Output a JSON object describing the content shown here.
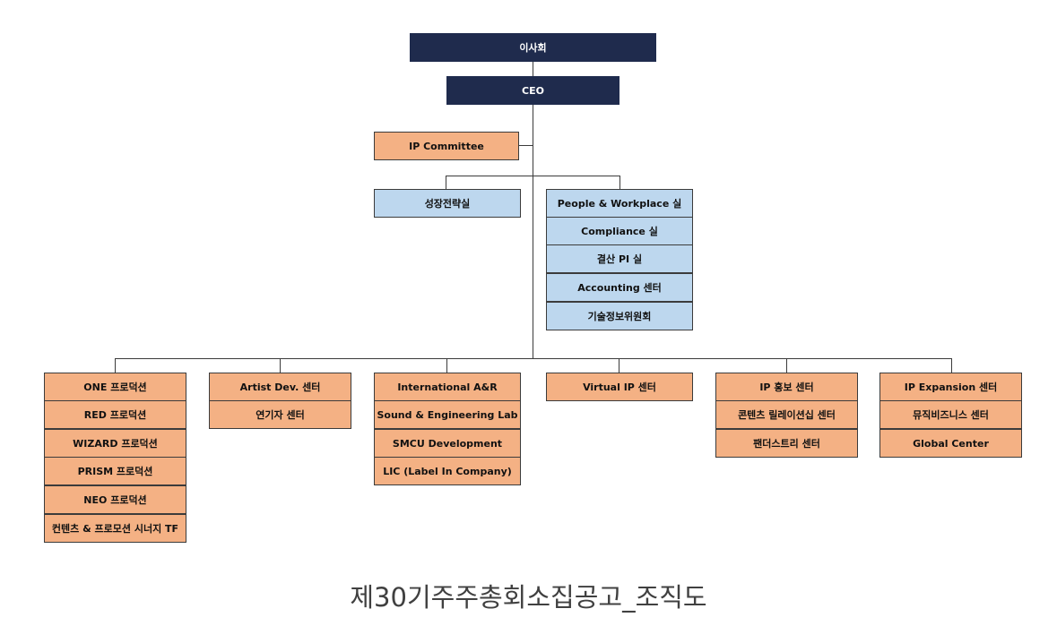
{
  "org": {
    "board": "이사회",
    "ceo": "CEO",
    "ip_committee": "IP Committee",
    "growth_strategy": "성장전략실",
    "support": [
      "People & Workplace 실",
      "Compliance 실",
      "결산 PI 실",
      "Accounting 센터",
      "기술정보위원회"
    ],
    "divisions": [
      [
        "ONE 프로덕션",
        "RED 프로덕션",
        "WIZARD 프로덕션",
        "PRISM 프로덕션",
        "NEO 프로덕션",
        "컨텐츠 & 프로모션 시너지 TF"
      ],
      [
        "Artist Dev. 센터",
        "연기자 센터"
      ],
      [
        "International A&R",
        "Sound & Engineering Lab",
        "SMCU Development",
        "LIC (Label In Company)"
      ],
      [
        "Virtual IP 센터"
      ],
      [
        "IP 홍보 센터",
        "콘텐츠 릴레이션십 센터",
        "팬더스트리 센터"
      ],
      [
        "IP Expansion 센터",
        "뮤직비즈니스 센터",
        "Global Center"
      ]
    ]
  },
  "caption": "제30기주주총회소집공고_조직도",
  "colors": {
    "navy": "#1f2b4d",
    "orange": "#f4b184",
    "blue": "#bdd7ee",
    "line": "#3b3b3b"
  }
}
